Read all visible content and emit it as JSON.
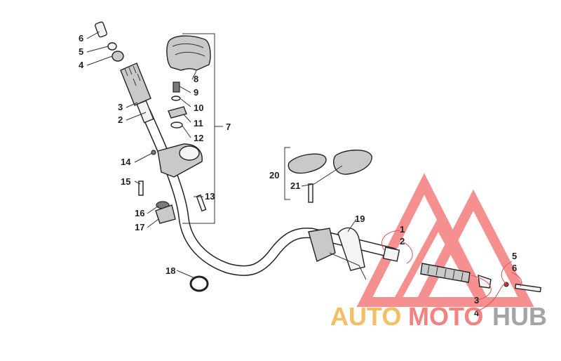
{
  "callouts": {
    "left_6": "6",
    "left_5": "5",
    "left_4": "4",
    "left_3": "3",
    "left_2": "2",
    "n8": "8",
    "n9": "9",
    "n10": "10",
    "n11": "11",
    "n12": "12",
    "n7": "7",
    "n14": "14",
    "n15": "15",
    "n13": "13",
    "n16": "16",
    "n17": "17",
    "n18": "18",
    "n20": "20",
    "n21": "21",
    "n19": "19",
    "right_1": "1",
    "right_2": "2",
    "right_3": "3",
    "right_4": "4",
    "right_5": "5",
    "right_6": "6"
  },
  "watermark": {
    "auto": "AUTO",
    "moto": "MOTO",
    "hub": "HUB",
    "colors": {
      "auto": "#f5b24a",
      "moto": "#f36b6b",
      "hub": "#9a9a9a",
      "triangle": "#f36b6b"
    }
  }
}
